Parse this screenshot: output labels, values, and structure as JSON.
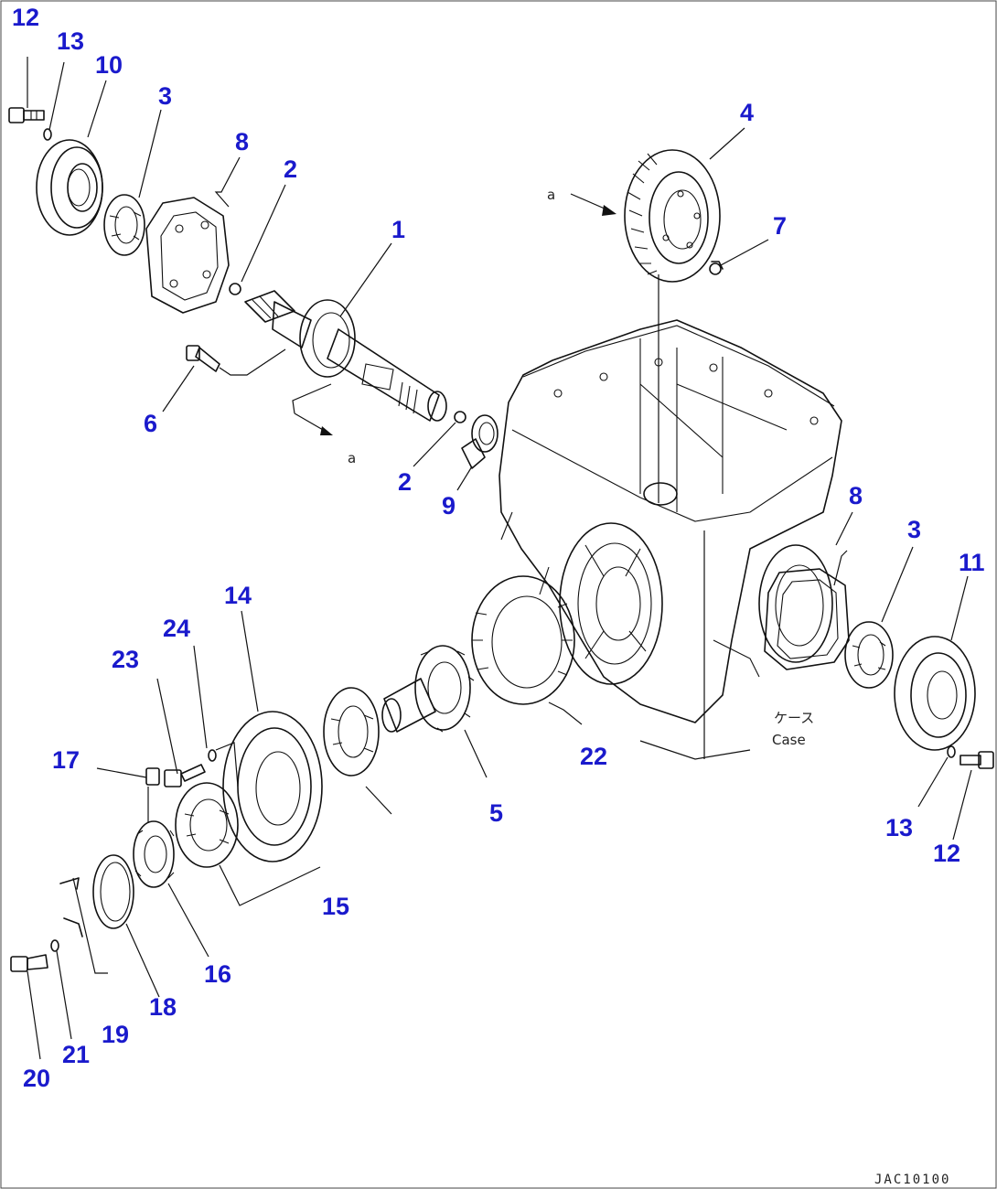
{
  "document_ref": "JAC10100",
  "view_marker": "a",
  "case_label_jp": "ケース",
  "case_label_en": "Case",
  "callouts": [
    "12",
    "13",
    "10",
    "3",
    "8",
    "2",
    "1",
    "4",
    "7",
    "6",
    "2",
    "9",
    "8",
    "3",
    "11",
    "14",
    "24",
    "23",
    "17",
    "15",
    "5",
    "22",
    "13",
    "12",
    "16",
    "18",
    "19",
    "20",
    "21"
  ]
}
